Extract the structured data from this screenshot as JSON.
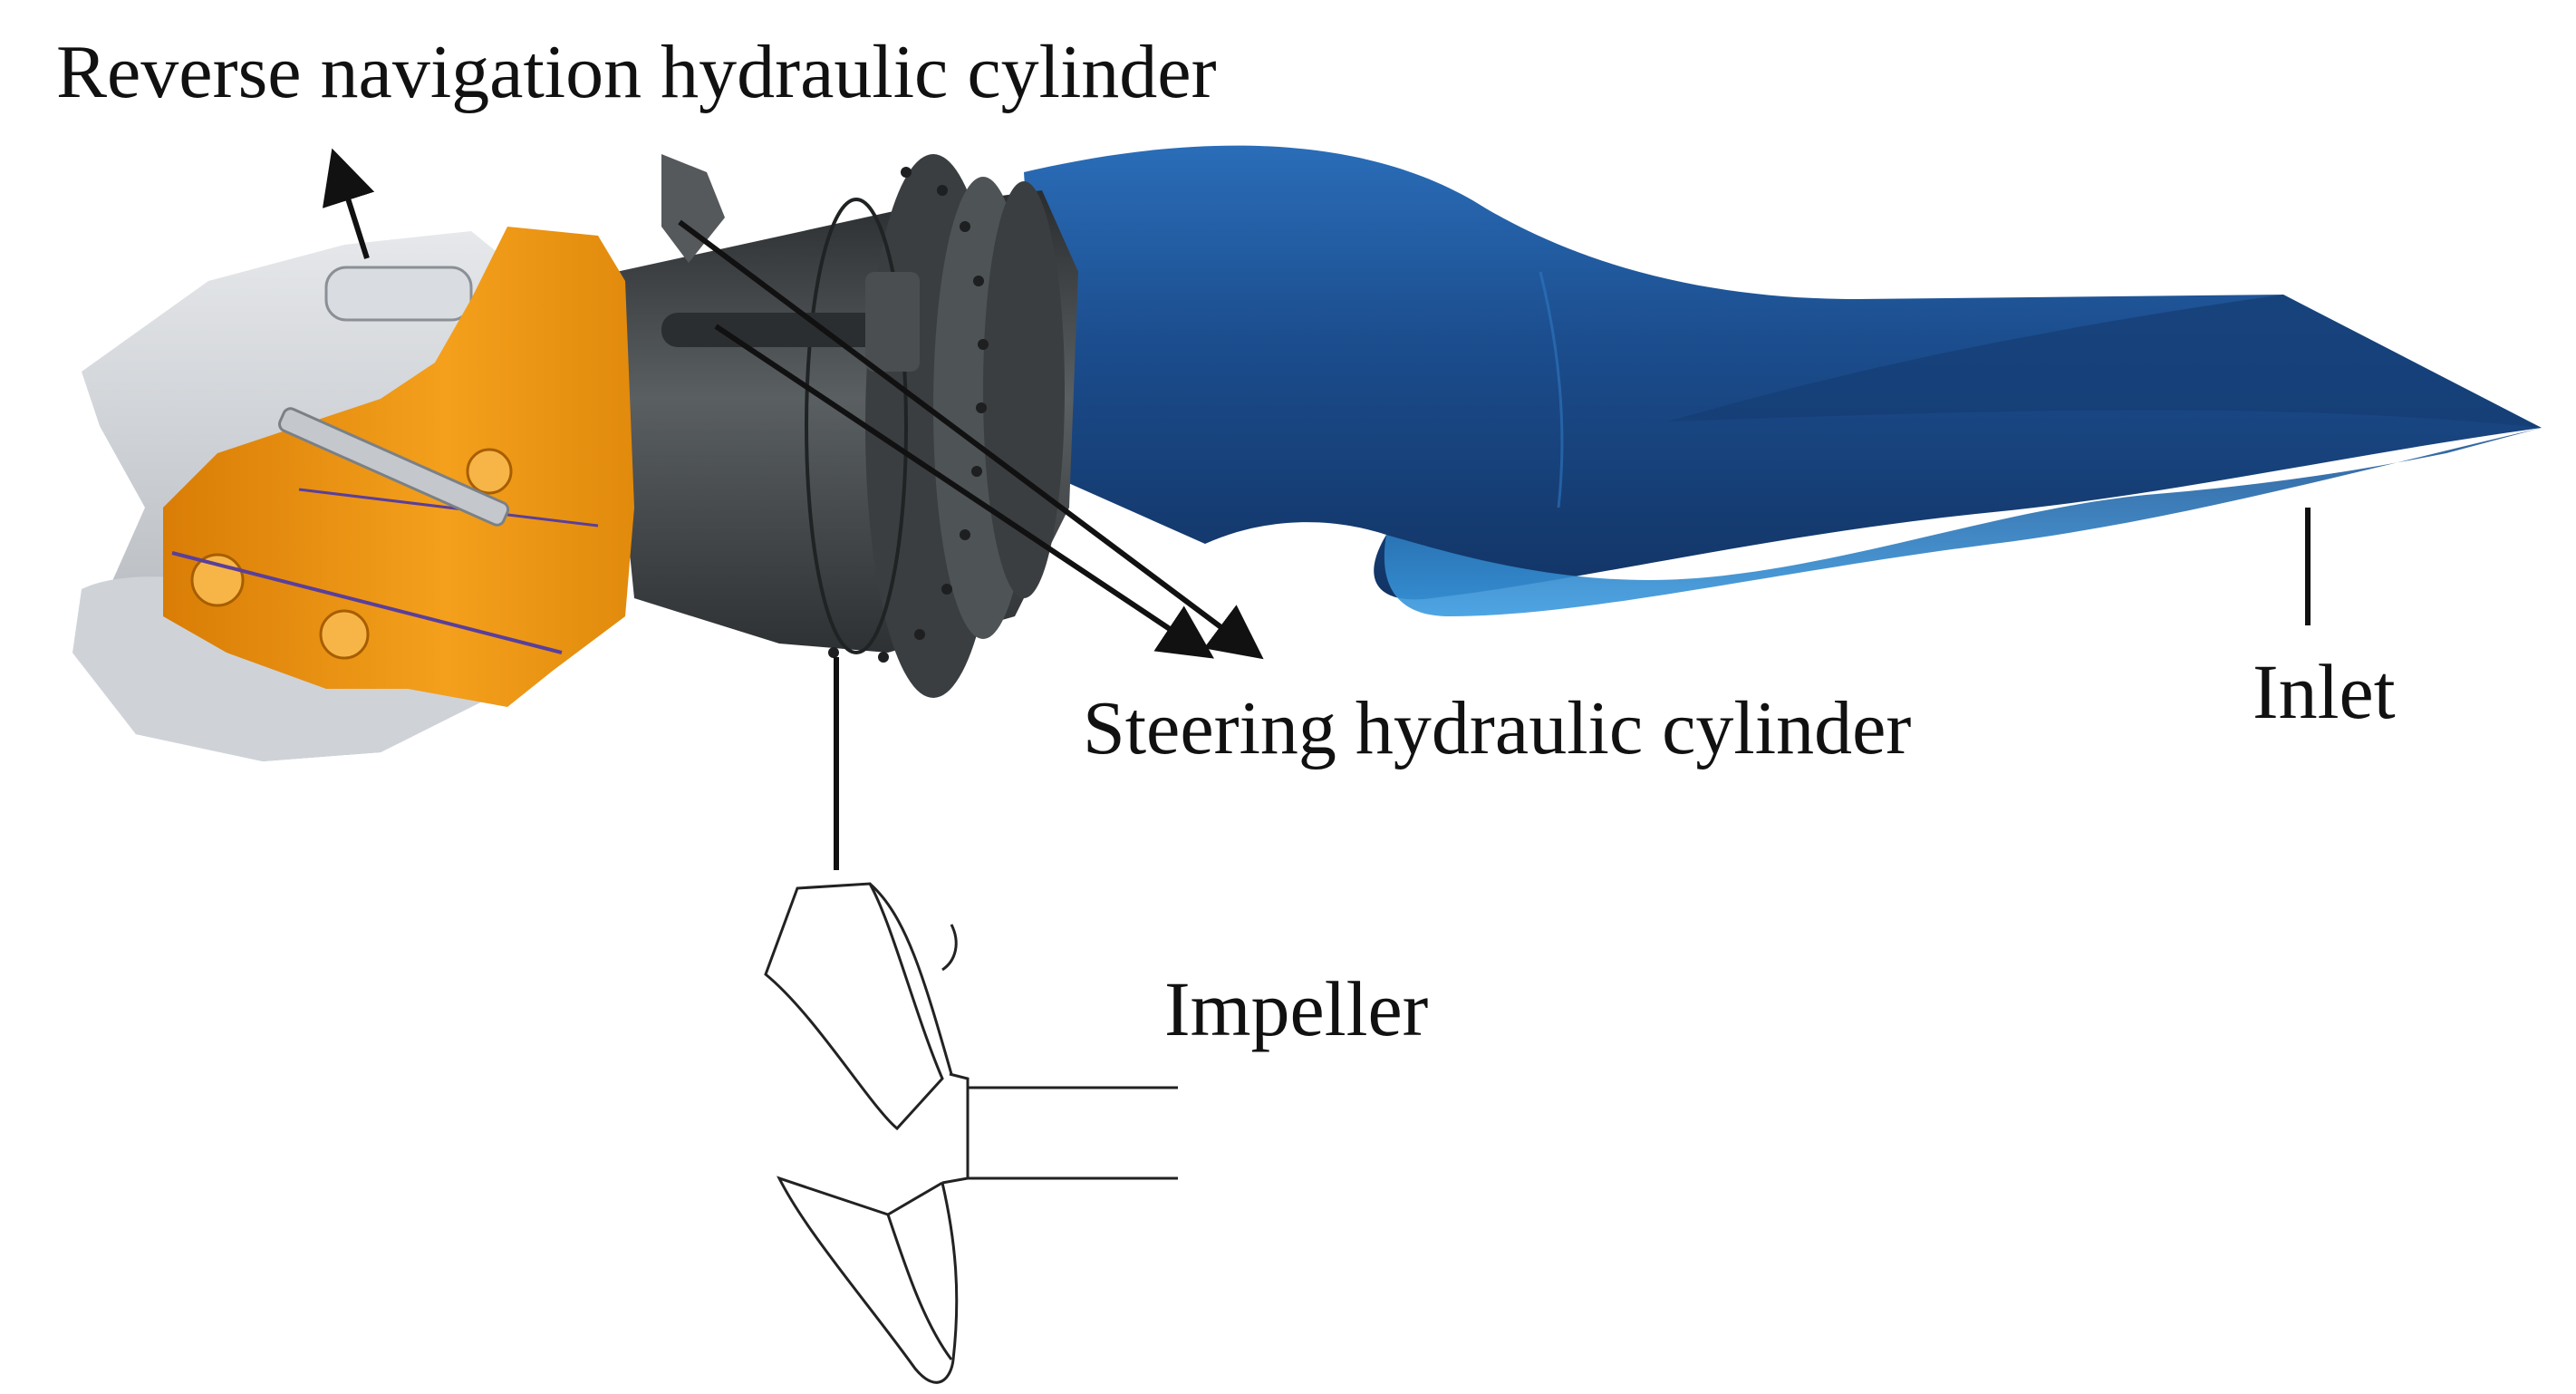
{
  "labels": {
    "reverse_cylinder": "Reverse navigation hydraulic cylinder",
    "steering_cylinder": "Steering hydraulic cylinder",
    "inlet": "Inlet",
    "impeller": "Impeller"
  },
  "colors": {
    "inlet_duct": "#1d4f8a",
    "inlet_duct_light": "#2f8fd6",
    "pump_body": "#3f4345",
    "reverse_bucket": "#e8900f",
    "nozzle_housing": "#c9ccd0",
    "line": "#111111"
  }
}
